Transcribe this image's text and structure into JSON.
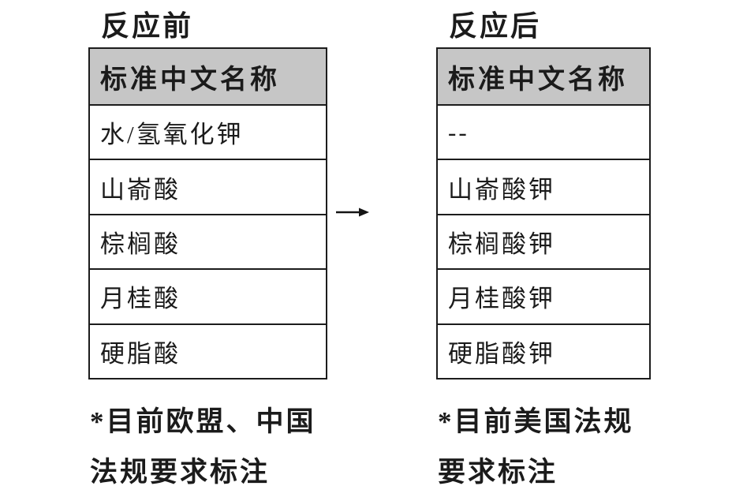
{
  "figure": {
    "background": "#ffffff",
    "text_color": "#1b1b1b",
    "border_color": "#1c1c1c",
    "header_bg": "#c6c6c6"
  },
  "before": {
    "title": "反应前",
    "table": {
      "header": "标准中文名称",
      "rows": [
        "水/氢氧化钾",
        "山嵛酸",
        "棕榈酸",
        "月桂酸",
        "硬脂酸"
      ]
    },
    "footnote": {
      "line1": "*目前欧盟、中国",
      "line2": "法规要求标注"
    }
  },
  "arrow": {
    "icon": "right-arrow-icon",
    "glyph": "→"
  },
  "after": {
    "title": "反应后",
    "table": {
      "header": "标准中文名称",
      "rows": [
        "--",
        "山嵛酸钾",
        "棕榈酸钾",
        "月桂酸钾",
        "硬脂酸钾"
      ]
    },
    "footnote": {
      "line1": "*目前美国法规",
      "line2": "要求标注"
    }
  }
}
